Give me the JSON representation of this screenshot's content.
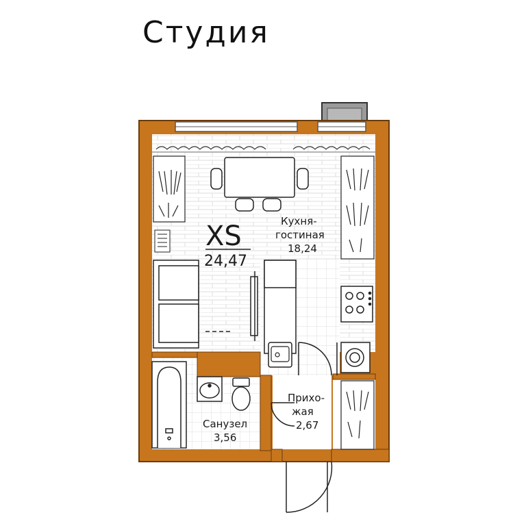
{
  "title": "Студия",
  "plan_type": "XS",
  "total_area": "24,47",
  "rooms": {
    "kitchen_living": {
      "name_line1": "Кухня-",
      "name_line2": "гостиная",
      "area": "18,24"
    },
    "bathroom": {
      "name": "Санузел",
      "area": "3,56"
    },
    "hallway": {
      "name_line1": "Прихо-",
      "name_line2": "жая",
      "area": "2,67"
    }
  },
  "colors": {
    "wall": "#C7761E",
    "wall_outline": "#6b3a0b",
    "floor_tile": "#d8d8d8",
    "fixture": "#333333",
    "window": "#555555"
  },
  "icons": [
    "dining-table-icon",
    "sofa-icon",
    "tv-icon",
    "stove-icon",
    "sink-icon",
    "washing-machine-icon",
    "bathtub-icon",
    "toilet-icon",
    "wardrobe-icon",
    "door-icon",
    "radiator-icon"
  ]
}
